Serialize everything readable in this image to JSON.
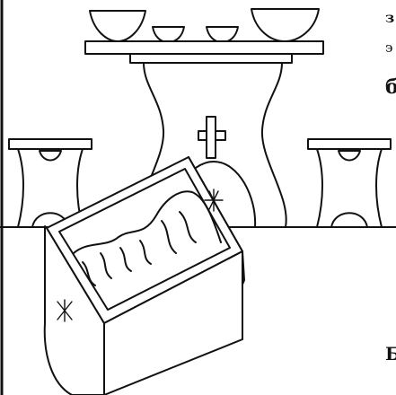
{
  "illustration": {
    "subject": "cradle-by-table",
    "colors": {
      "ink": "#111111",
      "paper": "#ffffff"
    }
  },
  "margin_text": {
    "fragments": [
      "з",
      "э",
      "б",
      "Б"
    ]
  }
}
